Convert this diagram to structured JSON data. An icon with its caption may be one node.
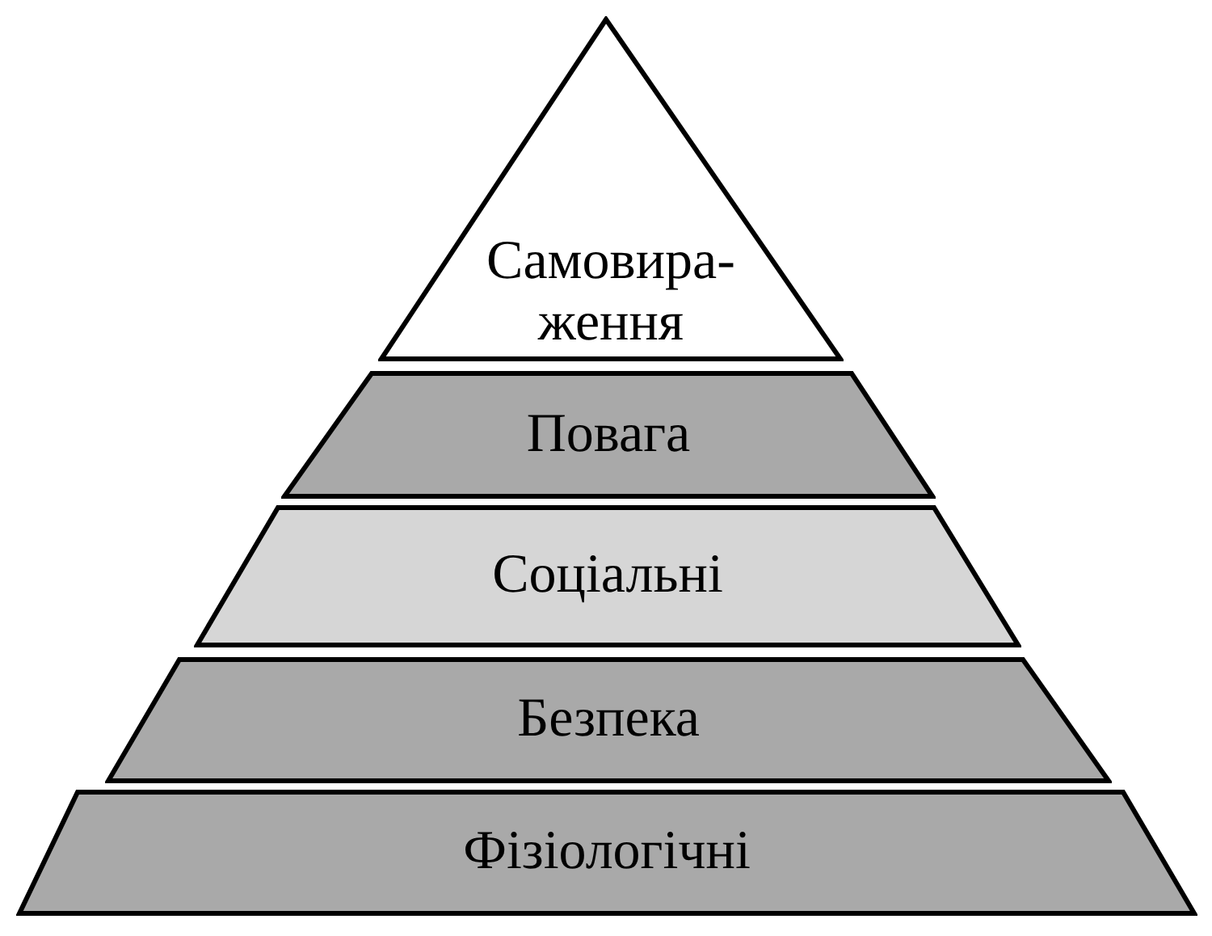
{
  "diagram": {
    "nodes": [
      {
        "text": [
          "Самовира- ження"
        ]
      },
      {
        "text": [
          "Повага"
        ]
      },
      {
        "text": [
          "Соціальні"
        ]
      },
      {
        "text": [
          "Безпека"
        ]
      },
      {
        "text": [
          "Фізіологічні"
        ]
      }
    ]
  }
}
